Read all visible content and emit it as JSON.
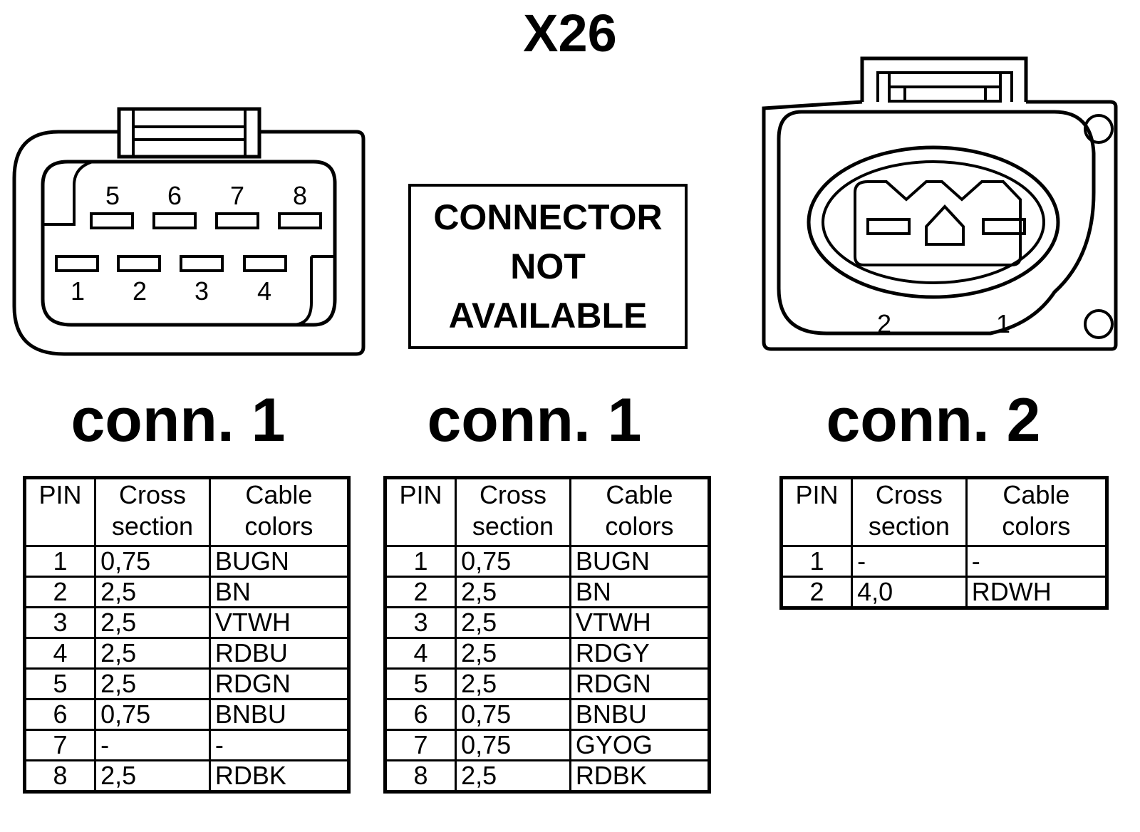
{
  "title": "X26",
  "not_available_text": [
    "CONNECTOR",
    "NOT",
    "AVAILABLE"
  ],
  "connector_labels": [
    "conn. 1",
    "conn. 1",
    "conn. 2"
  ],
  "connector1_pin_numbers": {
    "top_row": [
      "5",
      "6",
      "7",
      "8"
    ],
    "bottom_row": [
      "1",
      "2",
      "3",
      "4"
    ]
  },
  "connector2_pin_numbers": [
    "2",
    "1"
  ],
  "table_headers": {
    "pin": "PIN",
    "cross_section": [
      "Cross",
      "section"
    ],
    "cable_colors": [
      "Cable",
      "colors"
    ]
  },
  "tables": [
    {
      "rows": [
        {
          "pin": "1",
          "section": "0,75",
          "color": "BUGN"
        },
        {
          "pin": "2",
          "section": "2,5",
          "color": "BN"
        },
        {
          "pin": "3",
          "section": "2,5",
          "color": "VTWH"
        },
        {
          "pin": "4",
          "section": "2,5",
          "color": "RDBU"
        },
        {
          "pin": "5",
          "section": "2,5",
          "color": "RDGN"
        },
        {
          "pin": "6",
          "section": "0,75",
          "color": "BNBU"
        },
        {
          "pin": "7",
          "section": "-",
          "color": "-"
        },
        {
          "pin": "8",
          "section": "2,5",
          "color": "RDBK"
        }
      ]
    },
    {
      "rows": [
        {
          "pin": "1",
          "section": "0,75",
          "color": "BUGN"
        },
        {
          "pin": "2",
          "section": "2,5",
          "color": "BN"
        },
        {
          "pin": "3",
          "section": "2,5",
          "color": "VTWH"
        },
        {
          "pin": "4",
          "section": "2,5",
          "color": "RDGY"
        },
        {
          "pin": "5",
          "section": "2,5",
          "color": "RDGN"
        },
        {
          "pin": "6",
          "section": "0,75",
          "color": "BNBU"
        },
        {
          "pin": "7",
          "section": "0,75",
          "color": "GYOG"
        },
        {
          "pin": "8",
          "section": "2,5",
          "color": "RDBK"
        }
      ]
    },
    {
      "rows": [
        {
          "pin": "1",
          "section": "-",
          "color": "-"
        },
        {
          "pin": "2",
          "section": "4,0",
          "color": "RDWH"
        }
      ]
    }
  ]
}
